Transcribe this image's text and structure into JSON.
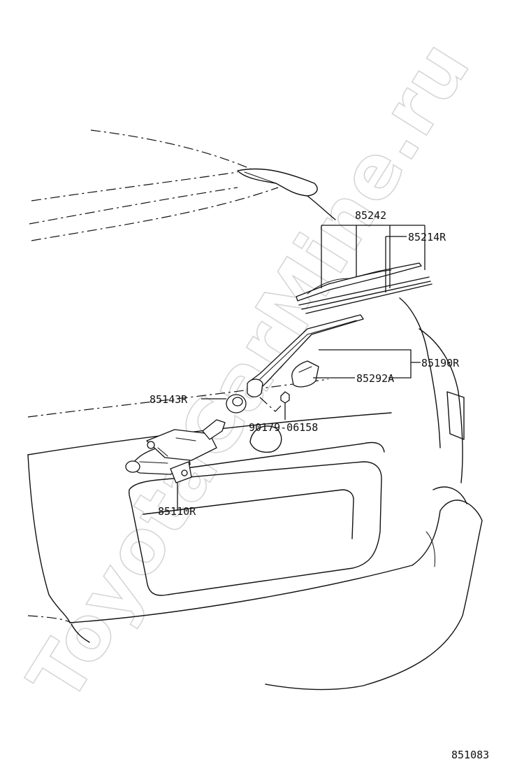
{
  "watermark": "ToyotaCarMine.ru",
  "callouts": {
    "blade_assembly": "85242",
    "blade_rubber": "85214R",
    "wiper_arm": "85190R",
    "arm_cover": "85292A",
    "pivot_cap": "85143R",
    "nut": "90179-06158",
    "wiper_motor": "85110R"
  },
  "diagram_number": "851083"
}
